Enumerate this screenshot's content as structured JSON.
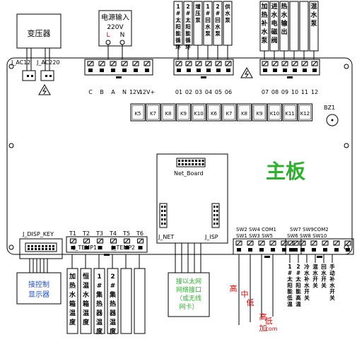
{
  "board_title": "主板",
  "transformer": "变压器",
  "power_input": {
    "title": "电源输入",
    "voltage": "220V",
    "l": "L",
    "n": "N"
  },
  "ac_labels": {
    "ac12": "J_AC12",
    "ac220": "J_AC220"
  },
  "power_terminal_labels": [
    "C",
    "B",
    "A",
    "N",
    "12V-",
    "12V+"
  ],
  "top_loads": [
    "1#太阳能循环",
    "2#太阳能循环",
    "增压泵",
    "1#回水泵",
    "2#回水泵",
    "供水泵"
  ],
  "top_load_numbers": [
    "01",
    "02",
    "03",
    "04",
    "05",
    "06"
  ],
  "right_loads": [
    "加热补水泵",
    "进水电磁阀",
    "热水输出",
    "",
    "",
    "混水泵"
  ],
  "right_load_numbers": [
    "07",
    "08",
    "09",
    "10",
    "11",
    "12"
  ],
  "relays": [
    "K5",
    "K7",
    "K8",
    "K9",
    "K10",
    "K6",
    "K7",
    "K8",
    "K9",
    "K10",
    "K11",
    "K12"
  ],
  "buzzer": "BZ1",
  "net_board": "Net_Board",
  "j_net": "J_NET",
  "j_isp": "J_ISP",
  "disp_key": {
    "header": "J_DISP_KEY",
    "box": "接控制显示器"
  },
  "temp_headers": [
    "J_TEMP1",
    "J_TEMP2"
  ],
  "temp_pins": [
    "T1",
    "T2",
    "T3",
    "T4",
    "T5",
    "T6"
  ],
  "sensors": [
    "加热水箱温度",
    "恒温水箱温度",
    "1#集热器温度",
    "2#集热器温度",
    "",
    ""
  ],
  "net_box": [
    "接以太网",
    "网络接口",
    "（或无线",
    "网卡）"
  ],
  "sw_labels_left_top": "SW2 SW4 COM1",
  "sw_labels_left_bottom": "SW1 SW3 SW5",
  "sw_labels_right_top": "SW7  SW9COM2",
  "sw_labels_right_bottom": "SW6  SW8 SW10",
  "level_labels": [
    "高",
    "中",
    "低",
    "高",
    "低",
    "加",
    "com"
  ],
  "right_switch_labels": [
    "1#太阳能低温",
    "2#太阳能高温",
    "冷水补水开关",
    "混水开关",
    "回水开关",
    "手动补水开关"
  ],
  "colors": {
    "green": "#2db12d",
    "red": "#e00000",
    "blue": "#1a4fd0",
    "yellow": "#ffff00"
  }
}
